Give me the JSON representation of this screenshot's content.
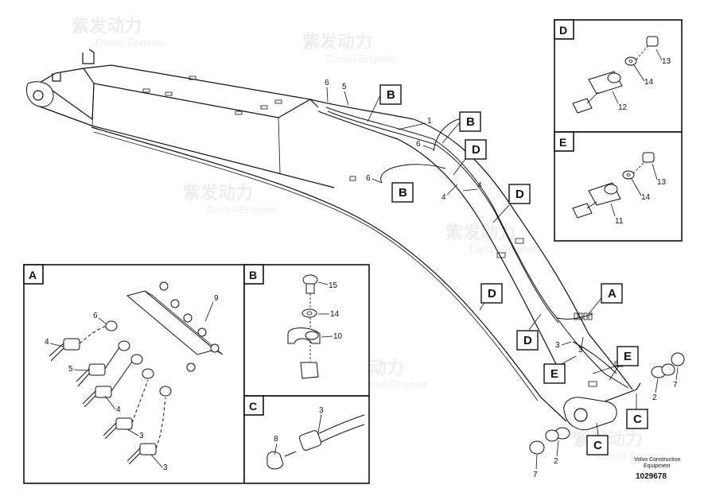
{
  "watermark": {
    "brand": "紫发动力",
    "sub": "Diesel-Engines"
  },
  "main_callouts": [
    {
      "id": "cB1",
      "label": "B"
    },
    {
      "id": "cB2",
      "label": "B"
    },
    {
      "id": "cB3",
      "label": "B"
    },
    {
      "id": "cD1",
      "label": "D"
    },
    {
      "id": "cD2",
      "label": "D"
    },
    {
      "id": "cD3",
      "label": "D"
    },
    {
      "id": "cD4",
      "label": "D"
    },
    {
      "id": "cA1",
      "label": "A"
    },
    {
      "id": "cE1",
      "label": "E"
    },
    {
      "id": "cE2",
      "label": "E"
    },
    {
      "id": "cC1",
      "label": "C"
    },
    {
      "id": "cC2",
      "label": "C"
    }
  ],
  "main_numbers": [
    "6",
    "5",
    "1",
    "6",
    "6",
    "4",
    "4",
    "3",
    "3",
    "2",
    "7",
    "2",
    "7"
  ],
  "panels": {
    "A": {
      "tag": "A",
      "numbers": [
        "6",
        "9",
        "4",
        "5",
        "4",
        "3",
        "3"
      ]
    },
    "B": {
      "tag": "B",
      "numbers": [
        "15",
        "14",
        "10"
      ]
    },
    "C": {
      "tag": "C",
      "numbers": [
        "3",
        "8"
      ]
    },
    "D": {
      "tag": "D",
      "numbers": [
        "13",
        "14",
        "12"
      ]
    },
    "E": {
      "tag": "E",
      "numbers": [
        "13",
        "14",
        "11"
      ]
    }
  },
  "footer": {
    "maker_line1": "Volvo Construction",
    "maker_line2": "Equipment",
    "drawing_id": "1029678"
  }
}
